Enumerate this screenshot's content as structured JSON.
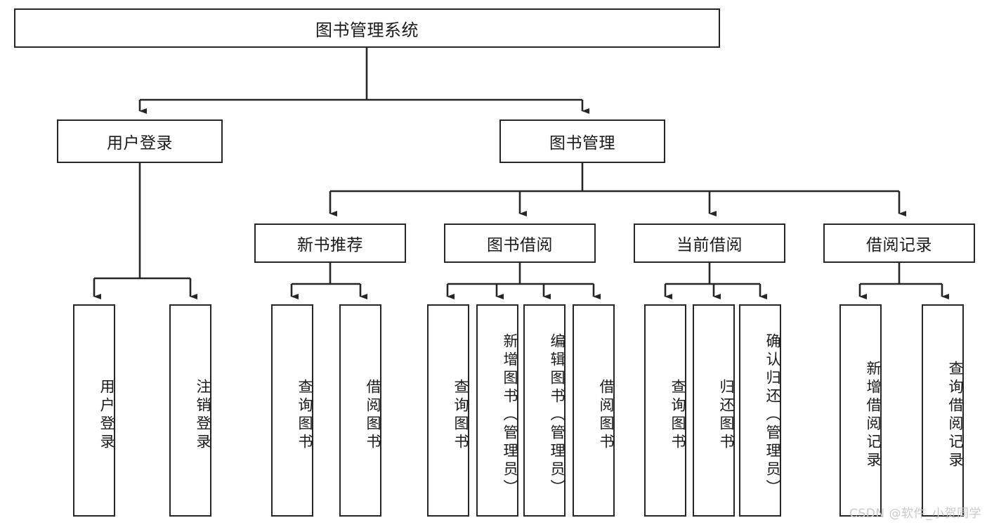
{
  "diagram": {
    "title": "图书管理系统",
    "watermark": "CSDN @软件_小贺同学",
    "colors": {
      "stroke": "#262626",
      "fill": "#ffffff",
      "text": "#1a1a1a",
      "watermark": "#c9c9c9"
    },
    "nodes": {
      "root": {
        "label": "图书管理系统"
      },
      "level2": [
        {
          "label": "用户登录"
        },
        {
          "label": "图书管理"
        }
      ],
      "level3": [
        {
          "label": "新书推荐"
        },
        {
          "label": "图书借阅"
        },
        {
          "label": "当前借阅"
        },
        {
          "label": "借阅记录"
        }
      ],
      "leaves": {
        "user_login": [
          {
            "label": "用户登录"
          },
          {
            "label": "注销登录"
          }
        ],
        "new_book_recommend": [
          {
            "label": "查询图书"
          },
          {
            "label": "借阅图书"
          }
        ],
        "book_borrow": [
          {
            "label": "查询图书"
          },
          {
            "label": "新增图书（管理员）"
          },
          {
            "label": "编辑图书（管理员）"
          },
          {
            "label": "借阅图书"
          }
        ],
        "current_borrow": [
          {
            "label": "查询图书"
          },
          {
            "label": "归还图书"
          },
          {
            "label": "确认归还（管理员）"
          }
        ],
        "borrow_record": [
          {
            "label": "新增借阅记录"
          },
          {
            "label": "查询借阅记录"
          }
        ]
      }
    }
  }
}
